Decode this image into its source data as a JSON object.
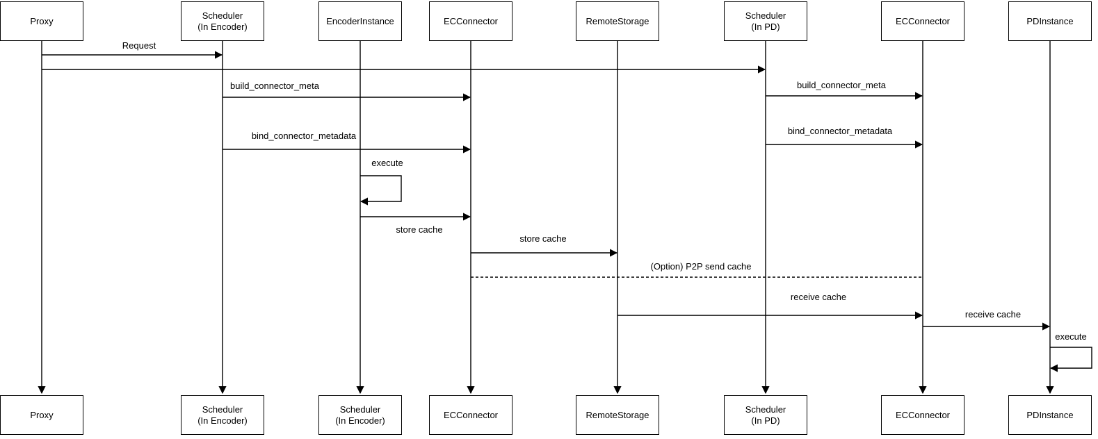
{
  "diagram": {
    "type": "sequence-diagram",
    "actors": [
      {
        "id": "proxy",
        "top_label": "Proxy",
        "bottom_label": "Proxy"
      },
      {
        "id": "scheduler-encoder",
        "top_label": "Scheduler\n(In Encoder)",
        "bottom_label": "Scheduler\n(In Encoder)"
      },
      {
        "id": "encoder-instance",
        "top_label": "EncoderInstance",
        "bottom_label": "Scheduler\n(In Encoder)"
      },
      {
        "id": "ec-connector-encoder",
        "top_label": "ECConnector",
        "bottom_label": "ECConnector"
      },
      {
        "id": "remote-storage",
        "top_label": "RemoteStorage",
        "bottom_label": "RemoteStorage"
      },
      {
        "id": "scheduler-pd",
        "top_label": "Scheduler\n(In PD)",
        "bottom_label": "Scheduler\n(In PD)"
      },
      {
        "id": "ec-connector-pd",
        "top_label": "ECConnector",
        "bottom_label": "ECConnector"
      },
      {
        "id": "pd-instance",
        "top_label": "PDInstance",
        "bottom_label": "PDInstance"
      }
    ],
    "messages": [
      {
        "label": "Request",
        "from": "proxy",
        "to": "scheduler-encoder",
        "style": "solid",
        "arrowhead": true
      },
      {
        "label": "",
        "from": "proxy",
        "to": "scheduler-pd",
        "style": "solid",
        "arrowhead": true
      },
      {
        "label": "build_connector_meta",
        "from": "scheduler-encoder",
        "to": "ec-connector-encoder",
        "style": "solid",
        "arrowhead": true
      },
      {
        "label": "build_connector_meta",
        "from": "scheduler-pd",
        "to": "ec-connector-pd",
        "style": "solid",
        "arrowhead": true
      },
      {
        "label": "bind_connector_metadata",
        "from": "scheduler-encoder",
        "to": "ec-connector-encoder",
        "style": "solid",
        "arrowhead": true
      },
      {
        "label": "bind_connector_metadata",
        "from": "scheduler-pd",
        "to": "ec-connector-pd",
        "style": "solid",
        "arrowhead": true
      },
      {
        "label": "execute",
        "from": "encoder-instance",
        "to": "encoder-instance",
        "style": "self",
        "arrowhead": true
      },
      {
        "label": "store cache",
        "from": "encoder-instance",
        "to": "ec-connector-encoder",
        "style": "solid",
        "arrowhead": true,
        "label_position": "below"
      },
      {
        "label": "store cache",
        "from": "ec-connector-encoder",
        "to": "remote-storage",
        "style": "solid",
        "arrowhead": true
      },
      {
        "label": "(Option) P2P send cache",
        "from": "ec-connector-encoder",
        "to": "ec-connector-pd",
        "style": "dashed",
        "arrowhead": false
      },
      {
        "label": "receive cache",
        "from": "remote-storage",
        "to": "ec-connector-pd",
        "style": "solid",
        "arrowhead": true
      },
      {
        "label": "receive cache",
        "from": "ec-connector-pd",
        "to": "pd-instance",
        "style": "solid",
        "arrowhead": true
      },
      {
        "label": "execute",
        "from": "pd-instance",
        "to": "pd-instance",
        "style": "self",
        "arrowhead": true
      }
    ],
    "colors": {
      "background": "#ffffff",
      "line": "#000000",
      "text": "#000000"
    }
  }
}
